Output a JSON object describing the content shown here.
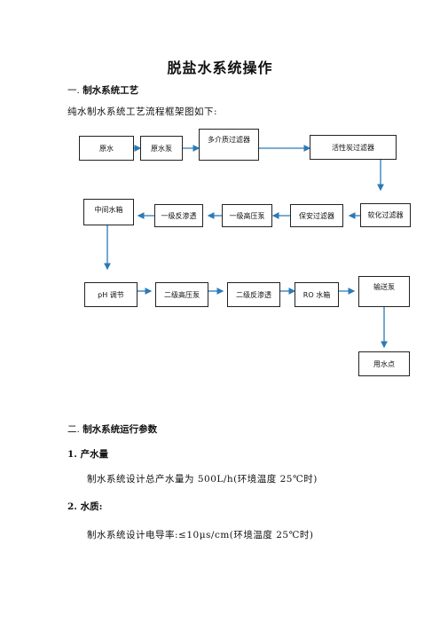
{
  "title": "脱盐水系统操作",
  "section1": {
    "number": "一.",
    "heading": "制水系统工艺",
    "intro": "纯水制水系统工艺流程框架图如下:"
  },
  "flow": {
    "arrow_color": "#2a7ab8",
    "nodes": {
      "raw_water": "原水",
      "raw_pump": "原水泵",
      "media_filter": "多介质过滤器",
      "carbon_filter": "活性炭过滤器",
      "softener": "软化过滤器",
      "safety_filter": "保安过滤器",
      "hp_pump_1": "一级高压泵",
      "ro_1": "一级反渗透",
      "mid_tank": "中间水箱",
      "ph_adjust": "pH 调节",
      "hp_pump_2": "二级高压泵",
      "ro_2": "二级反渗透",
      "ro_tank": "RO 水箱",
      "delivery_pump": "输送泵",
      "use_point": "用水点"
    }
  },
  "section2": {
    "number": "二.",
    "heading": "制水系统运行参数",
    "item1": {
      "number": "1.",
      "heading": "产水量",
      "text": "制水系统设计总产水量为 500L/h(环境温度 25℃时)"
    },
    "item2": {
      "number": "2.",
      "heading": "水质:",
      "text": "制水系统设计电导率:≤10μs/cm(环境温度 25℃时)"
    }
  }
}
